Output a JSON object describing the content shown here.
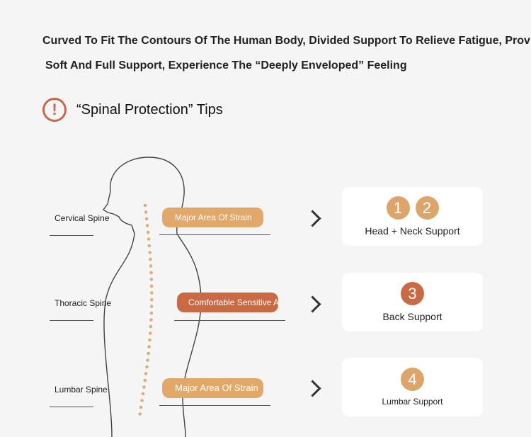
{
  "intro": {
    "line1": "Curved To Fit The Contours Of The Human Body, Divided Support To Relieve Fatigue, Providi",
    "line2": "Soft And Full Support, Experience The “Deeply Enveloped” Feeling"
  },
  "tips": {
    "icon": "exclamation-circle-icon",
    "title": "“Spinal Protection” Tips"
  },
  "rows": [
    {
      "spine_label": "Cervical Spine",
      "pill_text": "Major Area Of Strain",
      "pill_color": "#e2a86a",
      "badges": [
        {
          "number": "1",
          "color": "#dda56a"
        },
        {
          "number": "2",
          "color": "#dda56a"
        }
      ],
      "card_label": "Head + Neck Support"
    },
    {
      "spine_label": "Thoracic Spine",
      "pill_text": "Comfortable Sensitive A",
      "pill_color": "#c96a45",
      "badges": [
        {
          "number": "3",
          "color": "#c96a45"
        }
      ],
      "card_label": "Back Support"
    },
    {
      "spine_label": "Lumbar Spine",
      "pill_text": "Major Area Of Strain",
      "pill_color": "#e2a86a",
      "badges": [
        {
          "number": "4",
          "color": "#dda56a"
        }
      ],
      "card_label": "Lumbar Support"
    }
  ],
  "colors": {
    "accent": "#c6684a",
    "spine_dots": "#d9b07a"
  }
}
